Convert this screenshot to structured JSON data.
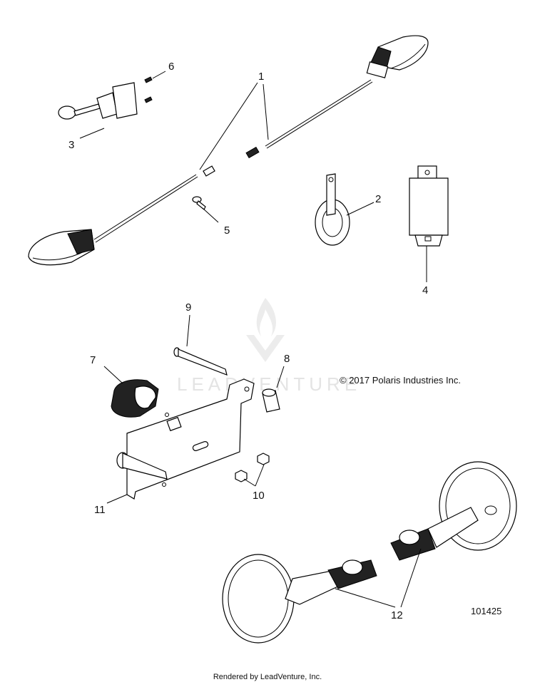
{
  "labels": {
    "l1": "1",
    "l2": "2",
    "l3": "3",
    "l4": "4",
    "l5": "5",
    "l6": "6",
    "l7": "7",
    "l8": "8",
    "l9": "9",
    "l10": "10",
    "l11": "11",
    "l12": "12"
  },
  "copyright": "© 2017 Polaris Industries Inc.",
  "diagram_number": "101425",
  "watermark": "LEADVENTURE",
  "footer": "Rendered by LeadVenture, Inc.",
  "colors": {
    "line": "#000000",
    "watermark": "#e4e4e4"
  }
}
